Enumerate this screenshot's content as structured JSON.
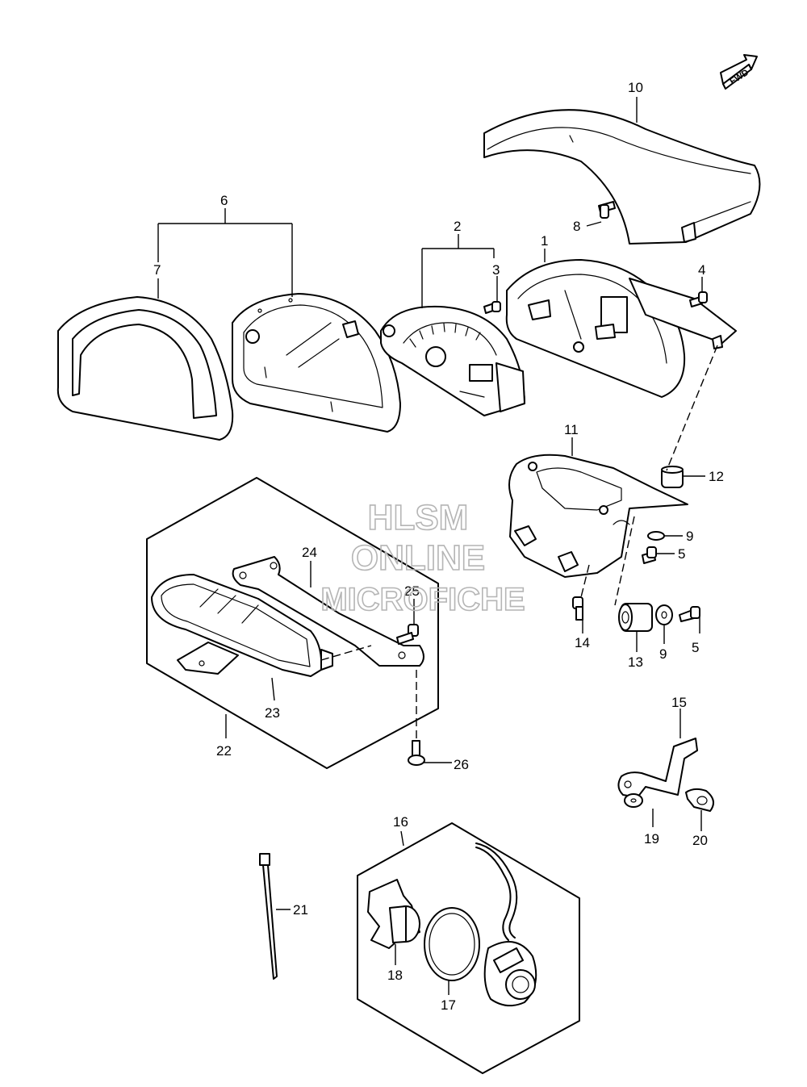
{
  "fwd_label": "FWD",
  "watermark": {
    "line1": "HLSM",
    "line2": "ONLINE",
    "line3": "MICROFICHE"
  },
  "callouts": {
    "c1": "1",
    "c2": "2",
    "c3": "3",
    "c4": "4",
    "c5a": "5",
    "c5b": "5",
    "c6": "6",
    "c7": "7",
    "c8": "8",
    "c9a": "9",
    "c9b": "9",
    "c10": "10",
    "c11": "11",
    "c12": "12",
    "c13": "13",
    "c14": "14",
    "c15": "15",
    "c16": "16",
    "c17": "17",
    "c18": "18",
    "c19": "19",
    "c20": "20",
    "c21": "21",
    "c22": "22",
    "c23": "23",
    "c24": "24",
    "c25": "25",
    "c26": "26"
  }
}
